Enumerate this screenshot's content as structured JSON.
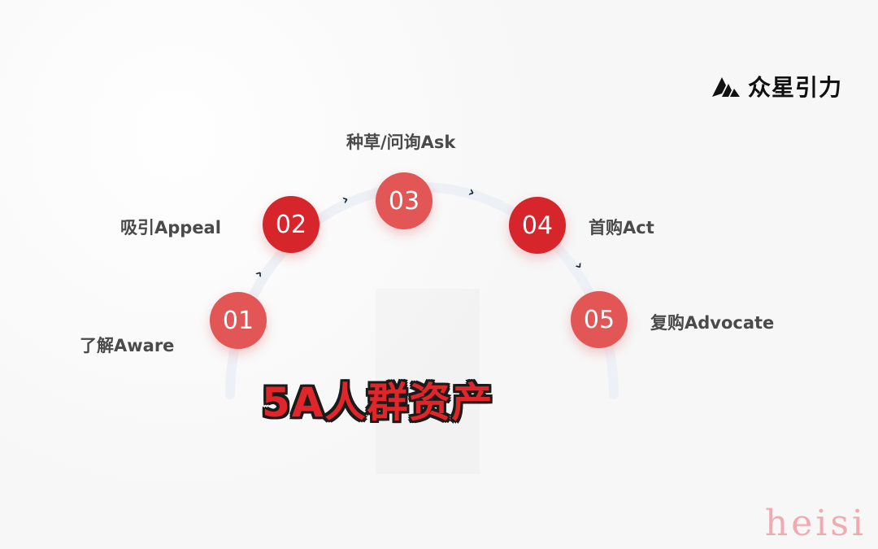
{
  "logo": {
    "text": "众星引力",
    "icon": "ak-mountain-logo-icon"
  },
  "diagram": {
    "title": "5A人群资产",
    "stages": [
      {
        "number": "01",
        "label": "了解Aware"
      },
      {
        "number": "02",
        "label": "吸引Appeal"
      },
      {
        "number": "03",
        "label": "种草/问询Ask"
      },
      {
        "number": "04",
        "label": "首购Act"
      },
      {
        "number": "05",
        "label": "复购Advocate"
      }
    ],
    "connector_icon": "chevron-right-icon",
    "colors": {
      "accent": "#e0393b",
      "arc": "#edf0f5",
      "label": "#4a4a4a",
      "title": "#e0262a",
      "chevron": "#1b2a3a"
    }
  },
  "watermark": {
    "text": "heisi"
  }
}
